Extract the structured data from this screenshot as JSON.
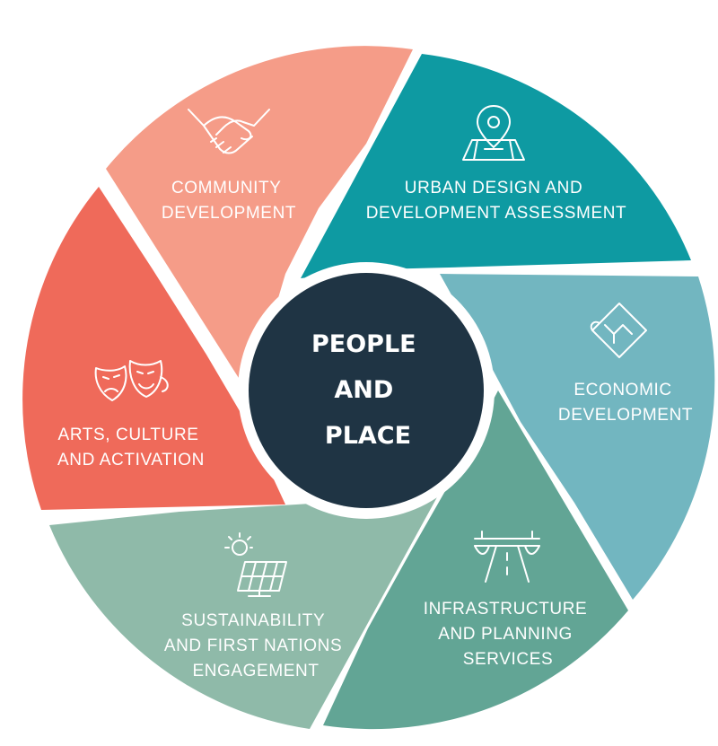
{
  "center": {
    "lines": [
      "PEOPLE",
      "AND",
      "PLACE"
    ],
    "color": "#1f3444"
  },
  "segments": [
    {
      "id": "community",
      "lines": [
        "COMMUNITY",
        "DEVELOPMENT"
      ],
      "color": "#f59c88",
      "icon": "handshake-icon"
    },
    {
      "id": "urban",
      "lines": [
        "URBAN DESIGN AND",
        "DEVELOPMENT ASSESSMENT"
      ],
      "color": "#0e9aa2",
      "icon": "map-pin-icon"
    },
    {
      "id": "economic",
      "lines": [
        "ECONOMIC",
        "DEVELOPMENT"
      ],
      "color": "#72b6c0",
      "icon": "blueprint-icon"
    },
    {
      "id": "infrastructure",
      "lines": [
        "INFRASTRUCTURE",
        "AND PLANNING",
        "SERVICES"
      ],
      "color": "#62a595",
      "icon": "road-bridge-icon"
    },
    {
      "id": "sustainability",
      "lines": [
        "SUSTAINABILITY",
        "AND FIRST NATIONS",
        "ENGAGEMENT"
      ],
      "color": "#8fbaa9",
      "icon": "solar-panel-icon"
    },
    {
      "id": "arts",
      "lines": [
        "ARTS, CULTURE",
        "AND ACTIVATION"
      ],
      "color": "#ef6a5a",
      "icon": "theatre-masks-icon"
    }
  ]
}
